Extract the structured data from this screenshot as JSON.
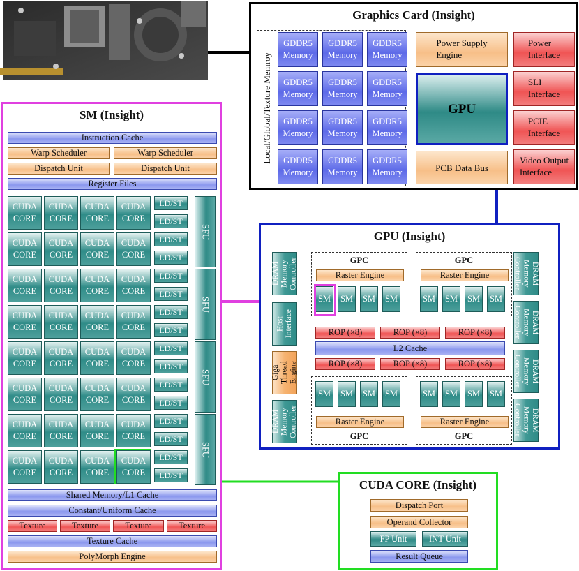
{
  "colors": {
    "graphics_card_border": "#000000",
    "sm_border": "#e040e0",
    "gpu_border": "#1020c0",
    "cuda_border": "#22dd22"
  },
  "board_photo": {
    "icon": "graphics-card-photo"
  },
  "graphics_card": {
    "title": "Graphics Card (Insight)",
    "memory_label": "Local/Global/Texture Memroy",
    "gddr5": [
      "GDDR5\nMemory",
      "GDDR5\nMemory",
      "GDDR5\nMemory",
      "GDDR5\nMemory",
      "GDDR5\nMemory",
      "GDDR5\nMemory",
      "GDDR5\nMemory",
      "GDDR5\nMemory",
      "GDDR5\nMemory",
      "GDDR5\nMemory",
      "GDDR5\nMemory",
      "GDDR5\nMemory"
    ],
    "power_supply": "Power Supply\nEngine",
    "gpu": "GPU",
    "pcb_bus": "PCB Data Bus",
    "interfaces": [
      "Power\nInterface",
      "SLI\nInterface",
      "PCIE\nInterface",
      "Video Output\nInterface"
    ]
  },
  "sm": {
    "title": "SM (Insight)",
    "instruction_cache": "Instruction Cache",
    "warp_schedulers": [
      "Warp Scheduler",
      "Warp Scheduler"
    ],
    "dispatch_units": [
      "Dispatch Unit",
      "Dispatch Unit"
    ],
    "register_files": "Register Files",
    "cuda_core": "CUDA\nCORE",
    "ldst": "LD/ST",
    "sfu": "SFU",
    "shared_memory": "Shared Memory/L1 Cache",
    "constant_cache": "Constant/Uniform Cache",
    "textures": [
      "Texture",
      "Texture",
      "Texture",
      "Texture"
    ],
    "texture_cache": "Texture Cache",
    "polymorph": "PolyMorph Engine"
  },
  "gpu_insight": {
    "title": "GPU (Insight)",
    "gpc": "GPC",
    "raster": "Raster Engine",
    "sm": "SM",
    "rop": "ROP (×8)",
    "l2": "L2 Cache",
    "dram_left": "DRAM\nMemory\nController",
    "host": "Host\nInterface",
    "giga": "Giga\nThread\nEngine",
    "dram_right": "DRAM\nMemory\nController"
  },
  "cuda_core": {
    "title": "CUDA CORE (Insight)",
    "dispatch_port": "Dispatch Port",
    "operand_collector": "Operand Collector",
    "fp_unit": "FP Unit",
    "int_unit": "INT Unit",
    "result_queue": "Result Queue"
  }
}
